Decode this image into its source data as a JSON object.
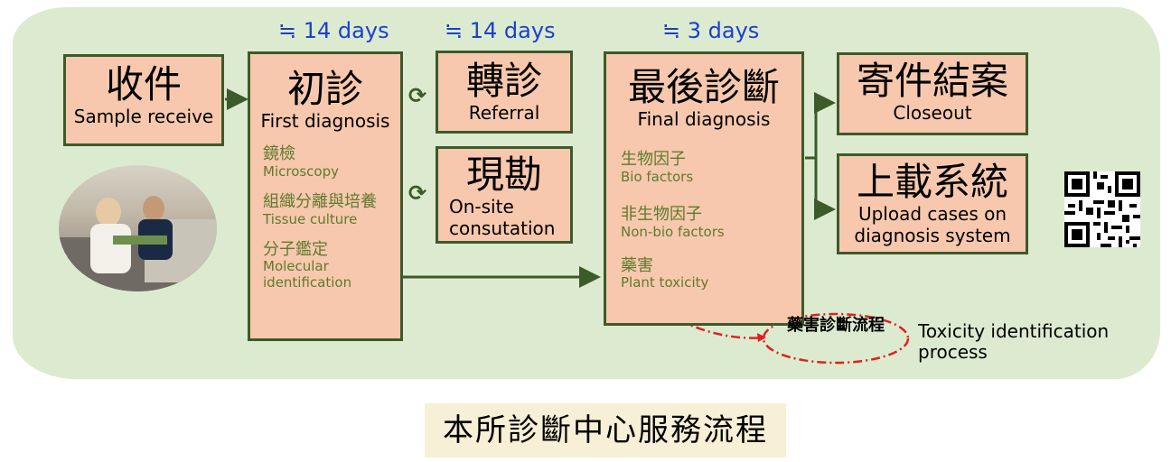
{
  "durations": {
    "initial": "≒ 14 days",
    "referral": "≒ 14 days",
    "final": "≒ 3 days"
  },
  "receive": {
    "zh": "收件",
    "en": "Sample receive"
  },
  "first": {
    "zh": "初診",
    "en": "First diagnosis",
    "items": [
      {
        "zh": "鏡檢",
        "en": "Microscopy"
      },
      {
        "zh": "組織分離與培養",
        "en": "Tissue culture"
      },
      {
        "zh": "分子鑑定",
        "en": "Molecular identification"
      }
    ]
  },
  "referral": {
    "zh": "轉診",
    "en": "Referral"
  },
  "onsite": {
    "zh": "現勘",
    "en": "On-site consutation"
  },
  "final": {
    "zh": "最後診斷",
    "en": "Final diagnosis",
    "items": [
      {
        "zh": "生物因子",
        "en": "Bio factors"
      },
      {
        "zh": "非生物因子",
        "en": "Non-bio factors"
      },
      {
        "zh": "藥害",
        "en": "Plant toxicity"
      }
    ]
  },
  "closeout": {
    "zh": "寄件結案",
    "en": "Closeout"
  },
  "upload": {
    "zh": "上載系統",
    "en": "Upload cases on diagnosis system"
  },
  "toxicity": {
    "zh": "藥害診斷流程",
    "en": "Toxicity identification process"
  },
  "caption": "本所診斷中心服務流程",
  "colors": {
    "background_blob": "#dcebcf",
    "box_fill": "#f7c8ad",
    "box_border": "#3d5a2a",
    "duration_text": "#1a3fd0",
    "sub_text": "#5f7a2e",
    "toxicity_outline": "#e02020",
    "caption_band": "#f7efd6"
  },
  "icons": [
    "cycle-icon",
    "qr-code-icon",
    "lab-photo"
  ]
}
